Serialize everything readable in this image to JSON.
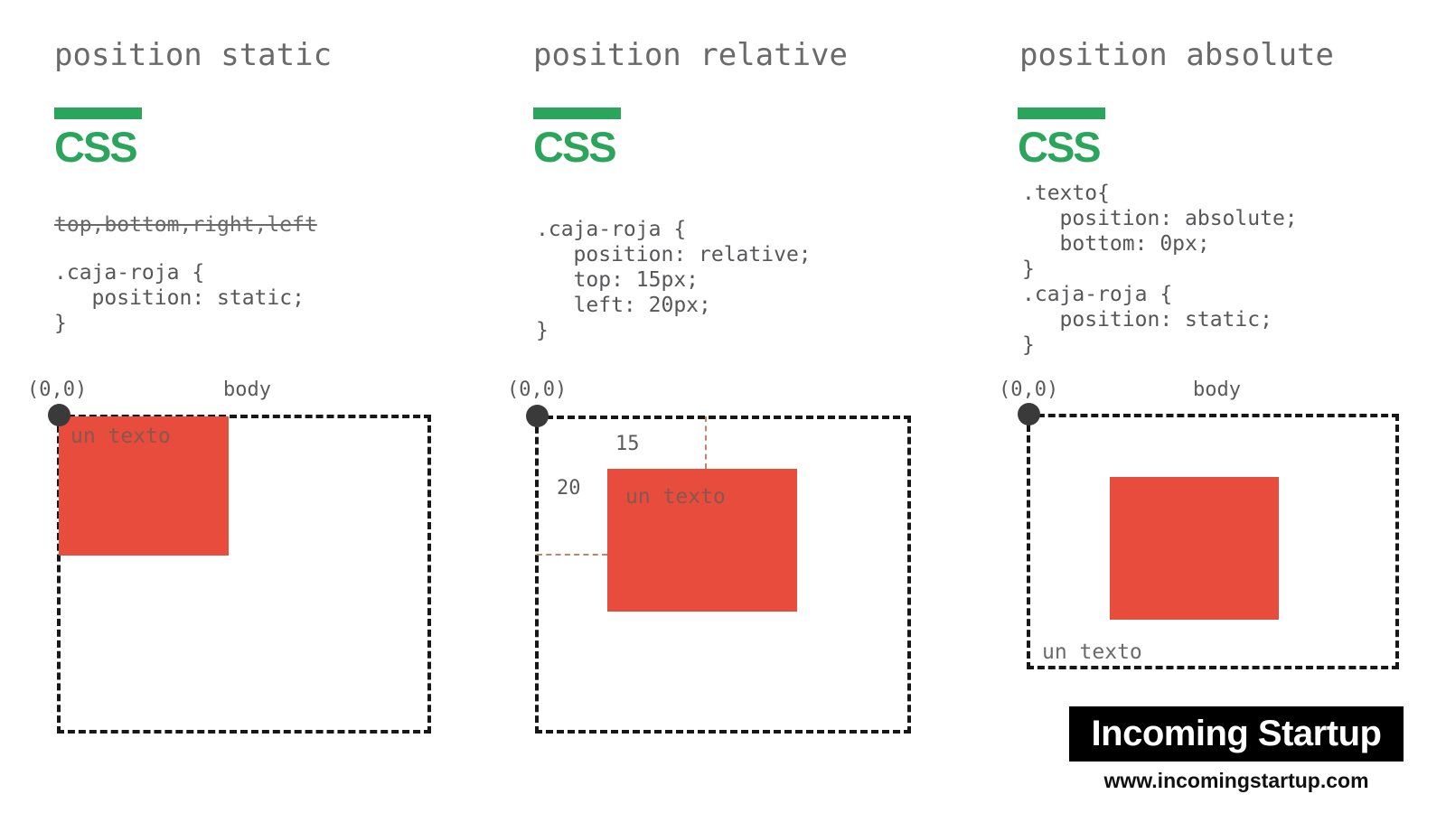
{
  "colors": {
    "accent_green": "#2ba55c",
    "box_red": "#e74c3c",
    "code_gray": "#57575a",
    "title_gray": "#6a6a6a",
    "guide_salmon": "#c4836b",
    "banner_bg": "#000000",
    "banner_fg": "#ffffff"
  },
  "columns": [
    {
      "title": "position static",
      "logo": "CSS",
      "strikethrough": "top,bottom,right,left",
      "code": ".caja-roja {\n   position: static;\n}",
      "origin": "(0,0)",
      "body_label": "body",
      "box_text": "un texto"
    },
    {
      "title": "position relative",
      "logo": "CSS",
      "code": ".caja-roja {\n   position: relative;\n   top: 15px;\n   left: 20px;\n}",
      "origin": "(0,0)",
      "top_offset_label": "15",
      "left_offset_label": "20",
      "box_text": "un texto"
    },
    {
      "title": "position absolute",
      "logo": "CSS",
      "code": ".texto{\n   position: absolute;\n   bottom: 0px;\n}\n.caja-roja {\n   position: static;\n}",
      "origin": "(0,0)",
      "body_label": "body",
      "box_text": "un texto"
    }
  ],
  "branding": {
    "name": "Incoming Startup",
    "url": "www.incomingstartup.com"
  }
}
